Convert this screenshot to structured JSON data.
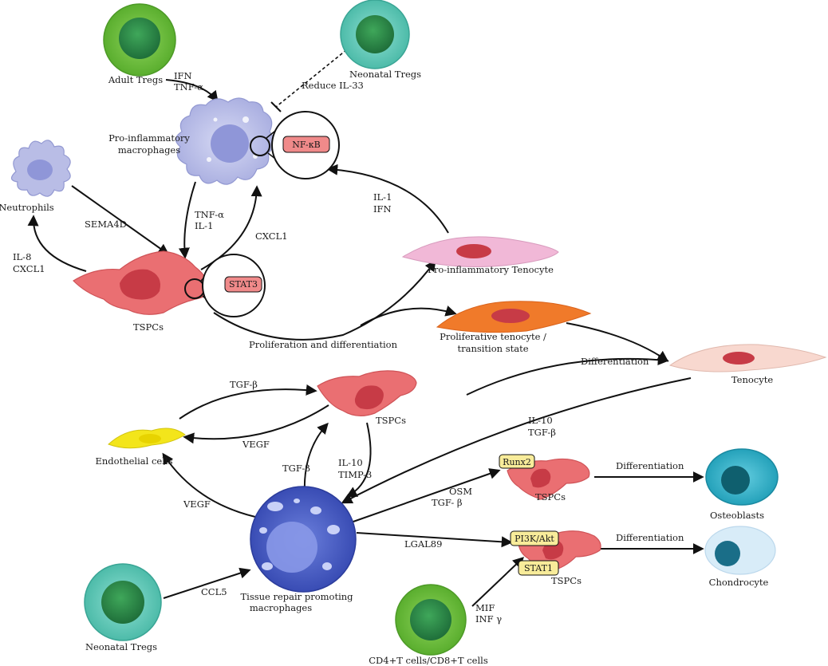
{
  "colors": {
    "treg_green": "#6cbf3a",
    "treg_teal": "#5cc8b8",
    "macrophage": "#b9bde6",
    "tspc": "#ea6f72",
    "nucleus": "#c73b46",
    "endothelial": "#f3e51b",
    "prolif_tenocyte": "#f07a2a",
    "proinflam_tenocyte": "#f1b8d7",
    "tenocyte": "#f8d8cf",
    "osteoblast": "#2aaec6",
    "chondrocyte": "#d8ecf8",
    "repair_macrophage": "#4a5fc4",
    "marker_pink": "#f08a8a",
    "marker_yellow": "#f8ec9a"
  },
  "cells": {
    "adult_tregs": "Adult Tregs",
    "neonatal_tregs_top": "Neonatal Tregs",
    "proinflammatory_macrophages": [
      "Pro-inflammatory",
      "macrophages"
    ],
    "neutrophils": "Neutrophils",
    "tspcs_main": "TSPCs",
    "proinflammatory_tenocyte": "Pro-inflammatory  Tenocyte",
    "proliferative_tenocyte": [
      "Proliferative tenocyte /",
      "transition state"
    ],
    "tenocyte": "Tenocyte",
    "tspcs_mid": "TSPCs",
    "endothelial_cells": "Endothelial cells",
    "tspcs_runx2": "TSPCs",
    "osteoblasts": "Osteoblasts",
    "tissue_repair_macrophages": [
      "Tissue repair promoting",
      "macrophages"
    ],
    "tspcs_pi3k": "TSPCs",
    "chondrocyte": "Chondrocyte",
    "neonatal_tregs_bottom": "Neonatal Tregs",
    "cd4_cd8": "CD4+T cells/CD8+T cells"
  },
  "markers": {
    "nfkb": "NF-κB",
    "stat3": "STAT3",
    "runx2": "Runx2",
    "pi3k_akt": "PI3K/Akt",
    "stat1": "STAT1"
  },
  "signals": {
    "ifn_tnf": [
      "IFN",
      "TNF-α"
    ],
    "reduce_il33": "Reduce IL-33",
    "il1_ifn": [
      "IL-1",
      "IFN"
    ],
    "sema4d": "SEMA4D",
    "tnf_il1": [
      "TNF-α",
      "IL-1"
    ],
    "cxcl1": "CXCL1",
    "il8_cxcl1": [
      "IL-8",
      "CXCL1"
    ],
    "prolif_diff": "Proliferation and differentiation",
    "differentiation_top": "Differentiation",
    "tgfb_top": "TGF-β",
    "vegf_mid": "VEGF",
    "il10_tgfb": [
      "IL-10",
      "TGF-β"
    ],
    "tgfb_left": "TGF-β",
    "il10_timp3": [
      "IL-10",
      "TIMP-3"
    ],
    "osm_tgfb": [
      "OSM",
      "TGF- β"
    ],
    "differentiation_osteo": "Differentiation",
    "vegf_low": "VEGF",
    "lgal89": "LGAL89",
    "differentiation_chondro": "Differentiation",
    "ccl5": "CCL5",
    "mif_infg": [
      "MIF",
      "INF γ"
    ]
  }
}
